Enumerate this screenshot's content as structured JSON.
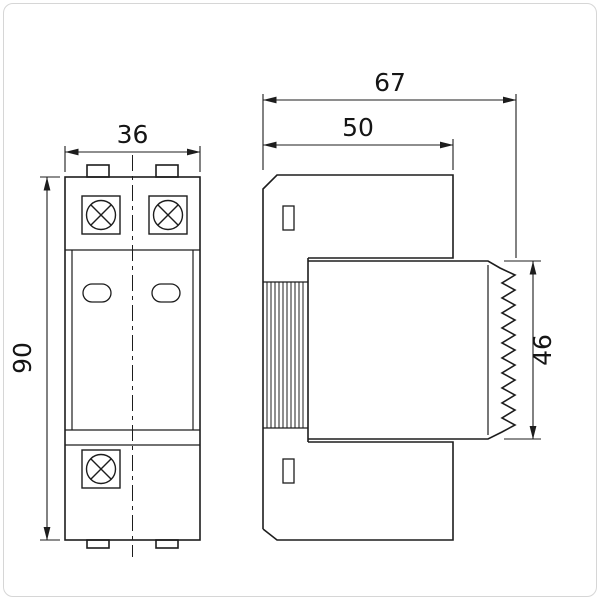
{
  "drawing": {
    "background": "#ffffff",
    "frame_color": "#d6d6d6",
    "line_color": "#1d1d1d",
    "text_color": "#151515",
    "dimensions": {
      "front_width": "36",
      "front_height": "90",
      "total_depth": "67",
      "base_depth": "50",
      "module_height": "46"
    }
  }
}
